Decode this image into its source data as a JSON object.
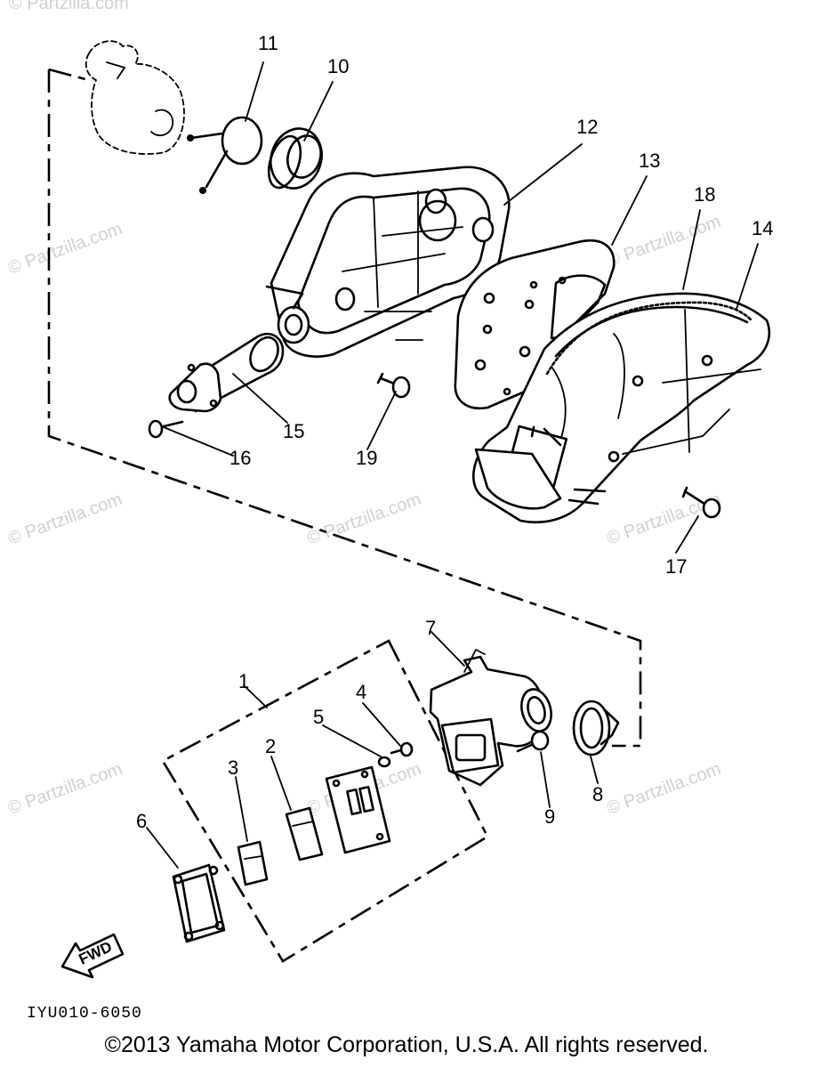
{
  "watermarks": [
    "© Partzilla.com",
    "© Partzilla.com",
    "© Partzilla.com",
    "© Partzilla.com",
    "© Partzilla.com",
    "© Partzilla.com",
    "© Partzilla.com",
    "© Partzilla.com",
    "© Partzilla.com"
  ],
  "callouts": {
    "p1": "1",
    "p2": "2",
    "p3": "3",
    "p4": "4",
    "p5": "5",
    "p6": "6",
    "p7": "7",
    "p8": "8",
    "p9": "9",
    "p10": "10",
    "p11": "11",
    "p12": "12",
    "p13": "13",
    "p14": "14",
    "p15": "15",
    "p16": "16",
    "p17": "17",
    "p18": "18",
    "p19": "19"
  },
  "fwd_label": "FWD",
  "diagram_code": "IYU010-6050",
  "copyright": "©2013  Yamaha Motor Corporation, U.S.A. All rights reserved."
}
